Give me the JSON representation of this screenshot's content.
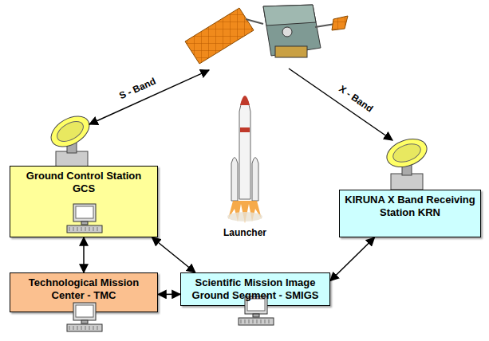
{
  "diagram": {
    "nodes": [
      {
        "text": [
          "Ground Control Station GCS"
        ]
      },
      {
        "text": [
          "KIRUNA X Band Receiving Station KRN"
        ]
      },
      {
        "text": [
          "Technological Mission Center - TMC"
        ]
      },
      {
        "text": [
          "Scientific Mission Image Ground Segment - SMIGS"
        ]
      }
    ],
    "edges": [
      {
        "from": 0,
        "to": 2,
        "arrow": "both"
      },
      {
        "from": 0,
        "to": 3,
        "arrow": "both"
      },
      {
        "from": 2,
        "to": 3,
        "arrow": "both"
      },
      {
        "from": 1,
        "to": 3,
        "arrow": "both"
      }
    ],
    "labels": [
      "S - Band",
      "X - Band",
      "Launcher"
    ]
  }
}
